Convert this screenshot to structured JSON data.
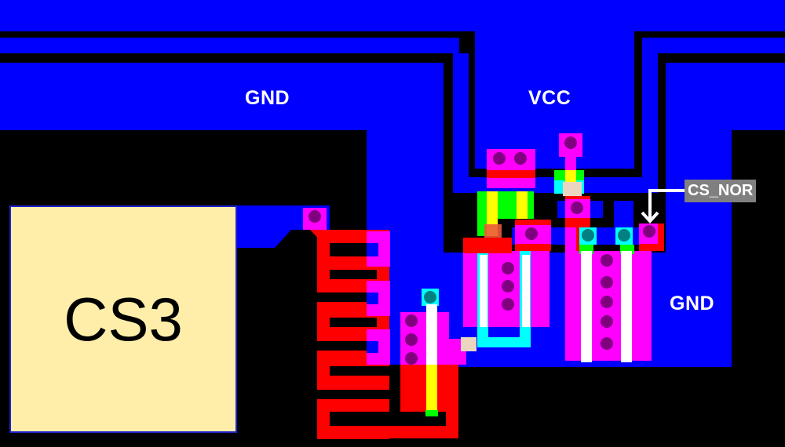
{
  "diagram": {
    "type": "ic-layout",
    "layers": {
      "metal1": "#0000ff",
      "poly": "#ff0000",
      "diffusion_contact": "#ff00ff",
      "contact_dot": "#800080",
      "via": "#00ffff",
      "via_dot": "#008080",
      "active_n": "#00ff00",
      "active_p": "#ffff00",
      "gate": "#ffffff",
      "substrate": "#000000",
      "cell_fill": "#ffeeaa"
    },
    "labels": {
      "gnd_top": "GND",
      "vcc": "VCC",
      "gnd_right": "GND",
      "cell": "CS3",
      "net": "CS_NOR"
    }
  }
}
